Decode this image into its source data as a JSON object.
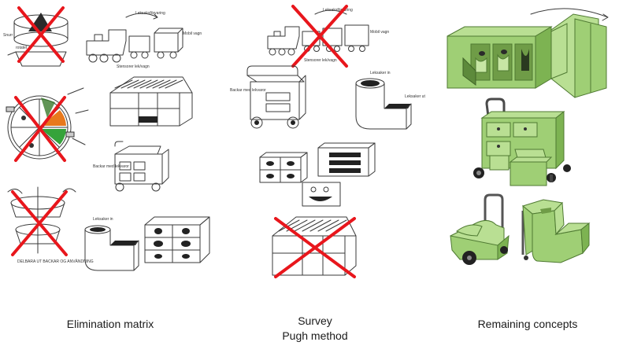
{
  "columns": [
    {
      "caption_lines": [
        "Elimination matrix"
      ]
    },
    {
      "caption_lines": [
        "Survey",
        "Pugh method"
      ]
    },
    {
      "caption_lines": [
        "Remaining concepts"
      ]
    }
  ],
  "sketch_labels": {
    "train_top": "Leksaksförvaring",
    "train_right": "Mobil vagn",
    "train_bottom": "Stensorer lek/vagn",
    "train_top_survey": "Leksaksförvaring",
    "train_right_survey": "Mobil vagn",
    "train_bottom_survey": "Stensorer lek/vagn",
    "cart_label": "Backar med lekvaror",
    "cart_label_survey": "Backar med lekvaror",
    "chute_in": "Leksaker in",
    "chute_out": "Leksaker ut",
    "chute_in_left": "Leksaker in",
    "stack_caption": "DELBARA UT BACKAR OG ANVÄNDNING"
  },
  "colors": {
    "cross": "#e8161c",
    "green_light": "#b9df93",
    "green_mid": "#9fcf75",
    "green_dark": "#5d8a3b"
  }
}
